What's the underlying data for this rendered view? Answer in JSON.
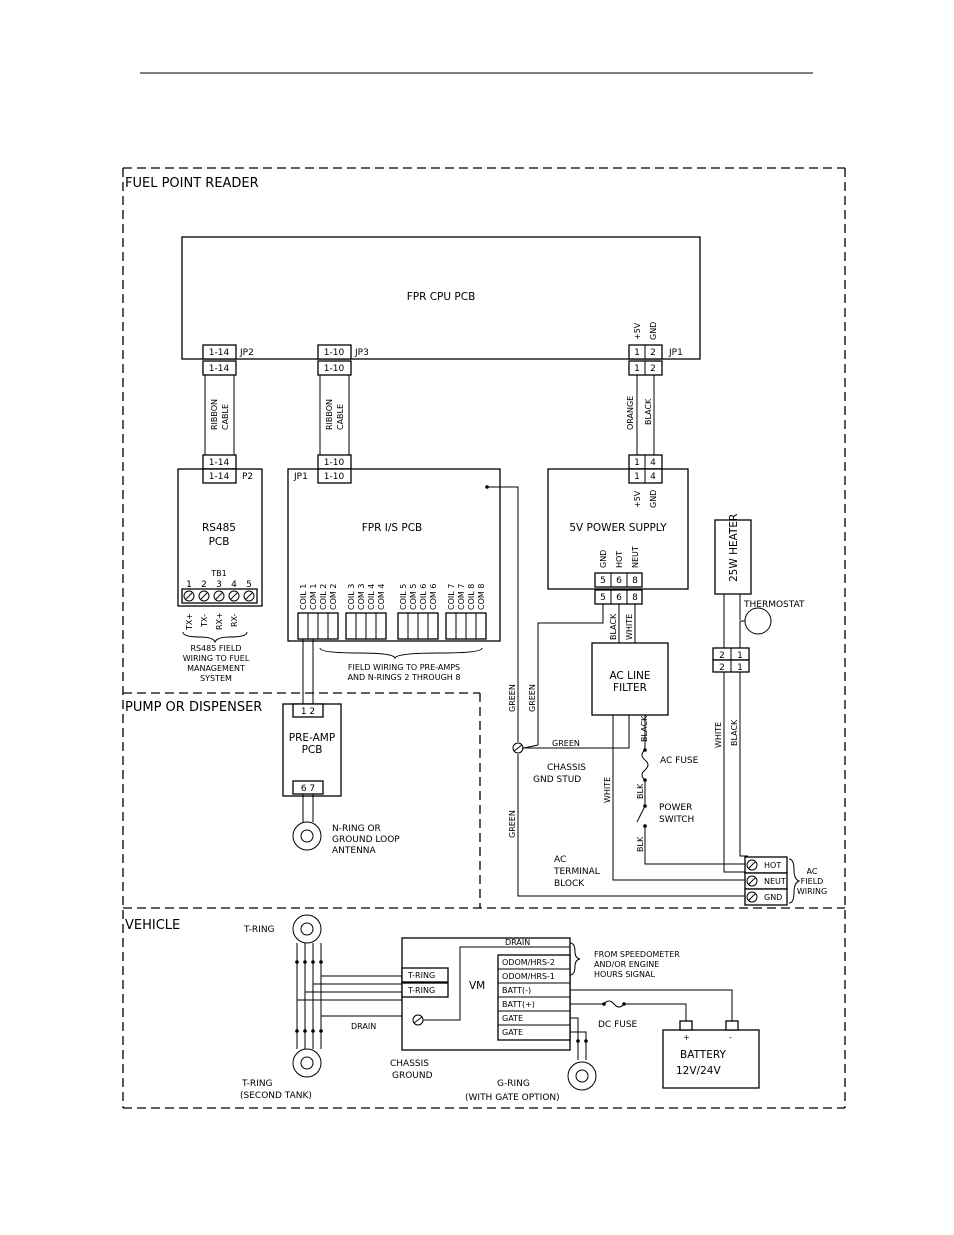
{
  "regions": {
    "fuel_point_reader": "FUEL POINT READER",
    "pump_or_dispenser": "PUMP OR DISPENSER",
    "vehicle": "VEHICLE"
  },
  "cpu_pcb": {
    "title": "FPR CPU PCB",
    "jp2_pins": "1-14",
    "jp2": "JP2",
    "jp3_pins": "1-10",
    "jp3": "JP3",
    "jp1_pin1": "1",
    "jp1_pin2": "2",
    "jp1": "JP1",
    "plus5v": "+5V",
    "gnd": "GND"
  },
  "cables": {
    "ribbon_1": "RIBBON",
    "ribbon_2": "CABLE",
    "pins_14": "1-14",
    "pins_10": "1-10",
    "orange": "ORANGE",
    "black": "BLACK",
    "pin1": "1",
    "pin2": "2",
    "pin4": "4"
  },
  "rs485": {
    "title_1": "RS485",
    "title_2": "PCB",
    "p2": "P2",
    "tb1": "TB1",
    "terminals": [
      "1",
      "2",
      "3",
      "4",
      "5"
    ],
    "signals": [
      "TX+",
      "TX-",
      "RX+",
      "RX-"
    ],
    "note": [
      "RS485 FIELD",
      "WIRING TO FUEL",
      "MANAGEMENT",
      "SYSTEM"
    ]
  },
  "is_pcb": {
    "title": "FPR I/S PCB",
    "jp1": "JP1",
    "pins": "1-10",
    "coil_labels": [
      "COIL 1",
      "COM 1",
      "COIL 2",
      "COM 2",
      "COIL 3",
      "COM 3",
      "COIL 4",
      "COM 4",
      "COIL 5",
      "COM 5",
      "COIL 6",
      "COM 6",
      "COIL 7",
      "COM 7",
      "COIL 8",
      "COM 8"
    ],
    "note": [
      "FIELD WIRING TO PRE-AMPS",
      "AND N-RINGS 2 THROUGH 8"
    ]
  },
  "power_supply": {
    "title": "5V POWER SUPPLY",
    "pin1": "1",
    "pin4": "4",
    "plus5v": "+5V",
    "gnd": "GND",
    "out_labels": [
      "GND",
      "HOT",
      "NEUT"
    ],
    "pin_nums": [
      "5",
      "6",
      "8"
    ],
    "black": "BLACK",
    "white": "WHITE"
  },
  "heater": {
    "label": "25W HEATER",
    "thermostat": "THERMOSTAT",
    "pins": [
      "2",
      "1"
    ],
    "white": "WHITE",
    "black": "BLACK"
  },
  "ac": {
    "filter_1": "AC LINE",
    "filter_2": "FILTER",
    "black": "BLACK",
    "fuse": "AC FUSE",
    "blk": "BLK",
    "power_1": "POWER",
    "power_2": "SWITCH",
    "white": "WHITE",
    "green": "GREEN",
    "chassis_1": "CHASSIS",
    "chassis_2": "GND STUD",
    "terminal": [
      "AC",
      "TERMINAL",
      "BLOCK"
    ],
    "hot": "HOT",
    "neut": "NEUT",
    "gnd": "GND",
    "field": [
      "AC",
      "FIELD",
      "WIRING"
    ]
  },
  "preamp": {
    "pins_top": "1  2",
    "title_1": "PRE-AMP",
    "title_2": "PCB",
    "pins_bottom": "6  7",
    "antenna": [
      "N-RING OR",
      "GROUND LOOP",
      "ANTENNA"
    ]
  },
  "vehicle": {
    "t_ring": "T-RING",
    "t_ring_second": [
      "T-RING",
      "(SECOND TANK)"
    ],
    "vm": "VM",
    "vm_inputs": [
      "T-RING",
      "T-RING"
    ],
    "drain": "DRAIN",
    "terminals": [
      "ODOM/HRS-2",
      "ODOM/HRS-1",
      "BATT(-)",
      "BATT(+)",
      "GATE",
      "GATE"
    ],
    "speedo": [
      "FROM SPEEDOMETER",
      "AND/OR ENGINE",
      "HOURS SIGNAL"
    ],
    "chassis": [
      "CHASSIS",
      "GROUND"
    ],
    "dc_fuse": "DC FUSE",
    "plus": "+",
    "minus": "-",
    "battery": [
      "BATTERY",
      "12V/24V"
    ],
    "g_ring": [
      "G-RING",
      "(WITH GATE OPTION)"
    ]
  }
}
